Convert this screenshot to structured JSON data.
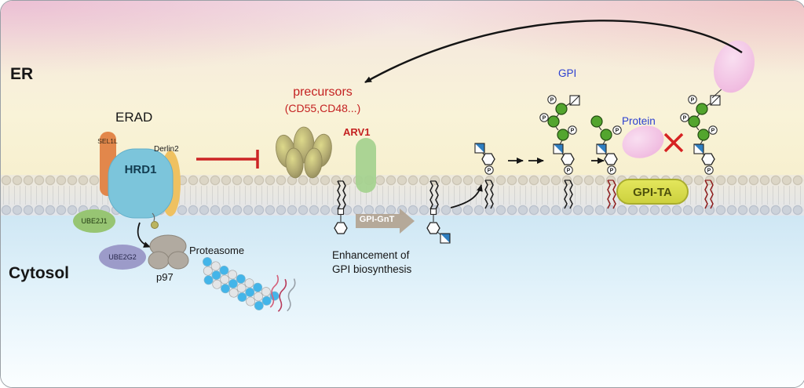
{
  "diagram": {
    "compartments": {
      "er": "ER",
      "cytosol": "Cytosol"
    },
    "erad": {
      "title": "ERAD",
      "sel1l": "SEL1L",
      "hrd1": "HRD1",
      "derlin2": "Derlin2",
      "ube2j1": "UBE2J1",
      "ube2g2": "UBE2G2",
      "p97": "p97",
      "proteasome": "Proteasome"
    },
    "precursors": {
      "line1": "precursors",
      "line2": "(CD55,CD48...)"
    },
    "arv1": "ARV1",
    "gpi_gnt": "GPI-GnT",
    "enhancement": {
      "line1": "Enhancement of",
      "line2": "GPI biosynthesis"
    },
    "gpi": "GPI",
    "protein": "Protein",
    "gpi_ta": "GPI-TA",
    "glyphs": {
      "p": "P"
    },
    "colors": {
      "inhibition_red": "#cc2424",
      "label_red": "#c42121",
      "label_blue": "#2b3fd0",
      "hrd1_blue": "#7cc5db",
      "gpi_ta_yellow": "#dde04f",
      "mannose_green": "#53a52e",
      "glcnac_blue": "#2f7fc1",
      "protein_pink": "#f3c7e5"
    }
  }
}
